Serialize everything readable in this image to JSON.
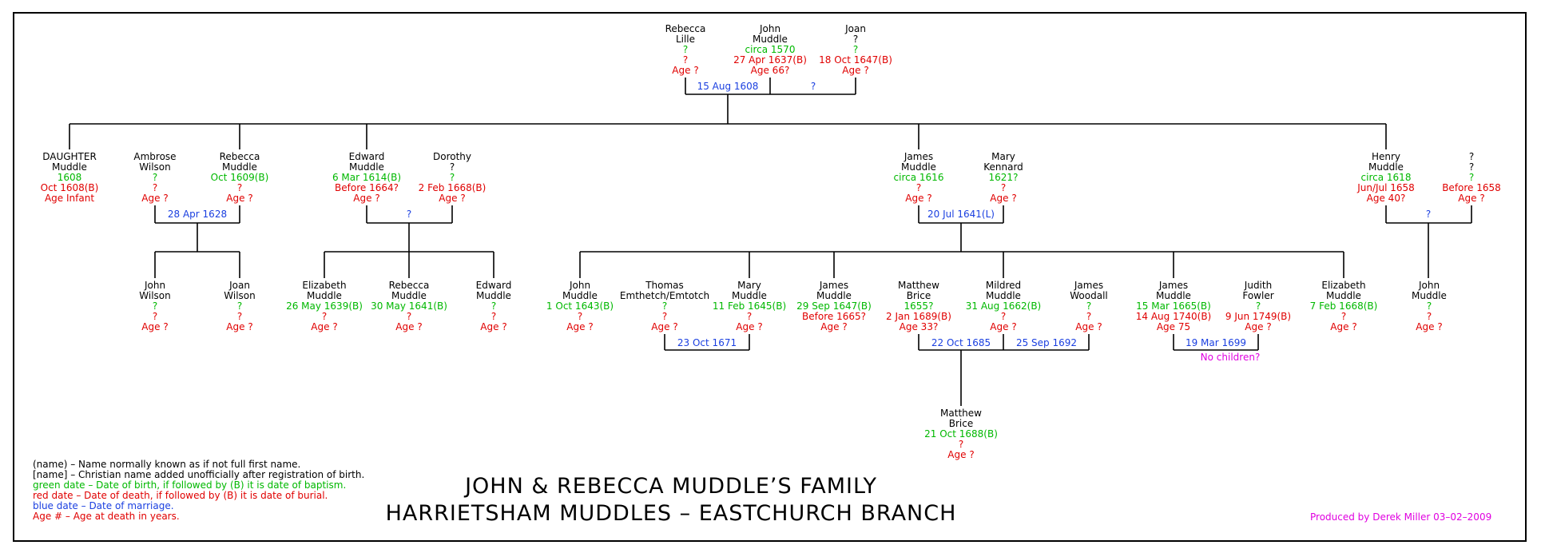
{
  "people": [
    {
      "id": "rebecca-lille",
      "lines": [
        {
          "t": "Rebecca",
          "c": "nm"
        },
        {
          "t": "Lille",
          "c": "nm"
        },
        {
          "t": "?",
          "c": "g"
        },
        {
          "t": "?",
          "c": "r"
        },
        {
          "t": "Age  ?",
          "c": "r"
        }
      ]
    },
    {
      "id": "john-muddle-sr",
      "lines": [
        {
          "t": "John",
          "c": "nm"
        },
        {
          "t": "Muddle",
          "c": "nm"
        },
        {
          "t": "circa  1570",
          "c": "g"
        },
        {
          "t": "27  Apr  1637(B)",
          "c": "r"
        },
        {
          "t": "Age  66?",
          "c": "r"
        }
      ]
    },
    {
      "id": "joan",
      "lines": [
        {
          "t": "Joan",
          "c": "nm"
        },
        {
          "t": "?",
          "c": "nm"
        },
        {
          "t": "?",
          "c": "g"
        },
        {
          "t": "18  Oct  1647(B)",
          "c": "r"
        },
        {
          "t": "Age  ?",
          "c": "r"
        }
      ]
    },
    {
      "id": "daughter-muddle",
      "lines": [
        {
          "t": "DAUGHTER",
          "c": "nm"
        },
        {
          "t": "Muddle",
          "c": "nm"
        },
        {
          "t": "1608",
          "c": "g"
        },
        {
          "t": "Oct  1608(B)",
          "c": "r"
        },
        {
          "t": "Age  Infant",
          "c": "r"
        }
      ]
    },
    {
      "id": "ambrose-wilson",
      "lines": [
        {
          "t": "Ambrose",
          "c": "nm"
        },
        {
          "t": "Wilson",
          "c": "nm"
        },
        {
          "t": "?",
          "c": "g"
        },
        {
          "t": "?",
          "c": "r"
        },
        {
          "t": "Age  ?",
          "c": "r"
        }
      ]
    },
    {
      "id": "rebecca-muddle",
      "lines": [
        {
          "t": "Rebecca",
          "c": "nm"
        },
        {
          "t": "Muddle",
          "c": "nm"
        },
        {
          "t": "Oct  1609(B)",
          "c": "g"
        },
        {
          "t": "?",
          "c": "r"
        },
        {
          "t": "Age  ?",
          "c": "r"
        }
      ]
    },
    {
      "id": "edward-muddle",
      "lines": [
        {
          "t": "Edward",
          "c": "nm"
        },
        {
          "t": "Muddle",
          "c": "nm"
        },
        {
          "t": "6  Mar  1614(B)",
          "c": "g"
        },
        {
          "t": "Before  1664?",
          "c": "r"
        },
        {
          "t": "Age  ?",
          "c": "r"
        }
      ]
    },
    {
      "id": "dorothy",
      "lines": [
        {
          "t": "Dorothy",
          "c": "nm"
        },
        {
          "t": "?",
          "c": "nm"
        },
        {
          "t": "?",
          "c": "g"
        },
        {
          "t": "2  Feb  1668(B)",
          "c": "r"
        },
        {
          "t": "Age  ?",
          "c": "r"
        }
      ]
    },
    {
      "id": "james-muddle",
      "lines": [
        {
          "t": "James",
          "c": "nm"
        },
        {
          "t": "Muddle",
          "c": "nm"
        },
        {
          "t": "circa  1616",
          "c": "g"
        },
        {
          "t": "?",
          "c": "r"
        },
        {
          "t": "Age  ?",
          "c": "r"
        }
      ]
    },
    {
      "id": "mary-kennard",
      "lines": [
        {
          "t": "Mary",
          "c": "nm"
        },
        {
          "t": "Kennard",
          "c": "nm"
        },
        {
          "t": "1621?",
          "c": "g"
        },
        {
          "t": "?",
          "c": "r"
        },
        {
          "t": "Age  ?",
          "c": "r"
        }
      ]
    },
    {
      "id": "henry-muddle",
      "lines": [
        {
          "t": "Henry",
          "c": "nm"
        },
        {
          "t": "Muddle",
          "c": "nm"
        },
        {
          "t": "circa  1618",
          "c": "g"
        },
        {
          "t": "Jun/Jul  1658",
          "c": "r"
        },
        {
          "t": "Age  40?",
          "c": "r"
        }
      ]
    },
    {
      "id": "henry-wife",
      "lines": [
        {
          "t": "?",
          "c": "nm"
        },
        {
          "t": "?",
          "c": "nm"
        },
        {
          "t": "?",
          "c": "g"
        },
        {
          "t": "Before  1658",
          "c": "r"
        },
        {
          "t": "Age  ?",
          "c": "r"
        }
      ]
    },
    {
      "id": "john-wilson",
      "lines": [
        {
          "t": "John",
          "c": "nm"
        },
        {
          "t": "Wilson",
          "c": "nm"
        },
        {
          "t": "?",
          "c": "g"
        },
        {
          "t": "?",
          "c": "r"
        },
        {
          "t": "Age  ?",
          "c": "r"
        }
      ]
    },
    {
      "id": "joan-wilson",
      "lines": [
        {
          "t": "Joan",
          "c": "nm"
        },
        {
          "t": "Wilson",
          "c": "nm"
        },
        {
          "t": "?",
          "c": "g"
        },
        {
          "t": "?",
          "c": "r"
        },
        {
          "t": "Age  ?",
          "c": "r"
        }
      ]
    },
    {
      "id": "elizabeth-muddle-1639",
      "lines": [
        {
          "t": "Elizabeth",
          "c": "nm"
        },
        {
          "t": "Muddle",
          "c": "nm"
        },
        {
          "t": "26  May  1639(B)",
          "c": "g"
        },
        {
          "t": "?",
          "c": "r"
        },
        {
          "t": "Age  ?",
          "c": "r"
        }
      ]
    },
    {
      "id": "rebecca-muddle-1641",
      "lines": [
        {
          "t": "Rebecca",
          "c": "nm"
        },
        {
          "t": "Muddle",
          "c": "nm"
        },
        {
          "t": "30  May  1641(B)",
          "c": "g"
        },
        {
          "t": "?",
          "c": "r"
        },
        {
          "t": "Age  ?",
          "c": "r"
        }
      ]
    },
    {
      "id": "edward-muddle-jr",
      "lines": [
        {
          "t": "Edward",
          "c": "nm"
        },
        {
          "t": "Muddle",
          "c": "nm"
        },
        {
          "t": "?",
          "c": "g"
        },
        {
          "t": "?",
          "c": "r"
        },
        {
          "t": "Age  ?",
          "c": "r"
        }
      ]
    },
    {
      "id": "john-muddle-1643",
      "lines": [
        {
          "t": "John",
          "c": "nm"
        },
        {
          "t": "Muddle",
          "c": "nm"
        },
        {
          "t": "1  Oct  1643(B)",
          "c": "g"
        },
        {
          "t": "?",
          "c": "r"
        },
        {
          "t": "Age  ?",
          "c": "r"
        }
      ]
    },
    {
      "id": "thomas-emthetch",
      "lines": [
        {
          "t": "Thomas",
          "c": "nm"
        },
        {
          "t": "Emthetch/Emtotch",
          "c": "nm"
        },
        {
          "t": "?",
          "c": "g"
        },
        {
          "t": "?",
          "c": "r"
        },
        {
          "t": "Age  ?",
          "c": "r"
        }
      ]
    },
    {
      "id": "mary-muddle",
      "lines": [
        {
          "t": "Mary",
          "c": "nm"
        },
        {
          "t": "Muddle",
          "c": "nm"
        },
        {
          "t": "11  Feb  1645(B)",
          "c": "g"
        },
        {
          "t": "?",
          "c": "r"
        },
        {
          "t": "Age  ?",
          "c": "r"
        }
      ]
    },
    {
      "id": "james-muddle-1647",
      "lines": [
        {
          "t": "James",
          "c": "nm"
        },
        {
          "t": "Muddle",
          "c": "nm"
        },
        {
          "t": "29  Sep  1647(B)",
          "c": "g"
        },
        {
          "t": "Before  1665?",
          "c": "r"
        },
        {
          "t": "Age  ?",
          "c": "r"
        }
      ]
    },
    {
      "id": "matthew-brice-sr",
      "lines": [
        {
          "t": "Matthew",
          "c": "nm"
        },
        {
          "t": "Brice",
          "c": "nm"
        },
        {
          "t": "1655?",
          "c": "g"
        },
        {
          "t": "2  Jan  1689(B)",
          "c": "r"
        },
        {
          "t": "Age  33?",
          "c": "r"
        }
      ]
    },
    {
      "id": "mildred-muddle",
      "lines": [
        {
          "t": "Mildred",
          "c": "nm"
        },
        {
          "t": "Muddle",
          "c": "nm"
        },
        {
          "t": "31  Aug  1662(B)",
          "c": "g"
        },
        {
          "t": "?",
          "c": "r"
        },
        {
          "t": "Age  ?",
          "c": "r"
        }
      ]
    },
    {
      "id": "james-woodall",
      "lines": [
        {
          "t": "James",
          "c": "nm"
        },
        {
          "t": "Woodall",
          "c": "nm"
        },
        {
          "t": "?",
          "c": "g"
        },
        {
          "t": "?",
          "c": "r"
        },
        {
          "t": "Age  ?",
          "c": "r"
        }
      ]
    },
    {
      "id": "james-muddle-1665",
      "lines": [
        {
          "t": "James",
          "c": "nm"
        },
        {
          "t": "Muddle",
          "c": "nm"
        },
        {
          "t": "15  Mar  1665(B)",
          "c": "g"
        },
        {
          "t": "14  Aug  1740(B)",
          "c": "r"
        },
        {
          "t": "Age  75",
          "c": "r"
        }
      ]
    },
    {
      "id": "judith-fowler",
      "lines": [
        {
          "t": "Judith",
          "c": "nm"
        },
        {
          "t": "Fowler",
          "c": "nm"
        },
        {
          "t": "?",
          "c": "g"
        },
        {
          "t": "9  Jun  1749(B)",
          "c": "r"
        },
        {
          "t": "Age  ?",
          "c": "r"
        }
      ]
    },
    {
      "id": "elizabeth-muddle-1668",
      "lines": [
        {
          "t": "Elizabeth",
          "c": "nm"
        },
        {
          "t": "Muddle",
          "c": "nm"
        },
        {
          "t": "7  Feb  1668(B)",
          "c": "g"
        },
        {
          "t": "?",
          "c": "r"
        },
        {
          "t": "Age  ?",
          "c": "r"
        }
      ]
    },
    {
      "id": "john-muddle-henry",
      "lines": [
        {
          "t": "John",
          "c": "nm"
        },
        {
          "t": "Muddle",
          "c": "nm"
        },
        {
          "t": "?",
          "c": "g"
        },
        {
          "t": "?",
          "c": "r"
        },
        {
          "t": "Age  ?",
          "c": "r"
        }
      ]
    },
    {
      "id": "matthew-brice-jr",
      "lines": [
        {
          "t": "Matthew",
          "c": "nm"
        },
        {
          "t": "Brice",
          "c": "nm"
        },
        {
          "t": "21  Oct  1688(B)",
          "c": "g"
        },
        {
          "t": "?",
          "c": "r"
        },
        {
          "t": "Age  ?",
          "c": "r"
        }
      ]
    }
  ],
  "marriages": [
    {
      "id": "rebecca-john",
      "text": "15  Aug  1608"
    },
    {
      "id": "john-joan",
      "text": "?"
    },
    {
      "id": "ambrose-rebecca",
      "text": "28  Apr  1628"
    },
    {
      "id": "edward-dorothy",
      "text": "?"
    },
    {
      "id": "james-mary",
      "text": "20  Jul  1641(L)"
    },
    {
      "id": "henry-wife",
      "text": "?"
    },
    {
      "id": "thomas-mary",
      "text": "23  Oct  1671"
    },
    {
      "id": "matthew-mildred",
      "text": "22  Oct  1685"
    },
    {
      "id": "mildred-woodall",
      "text": "25  Sep  1692"
    },
    {
      "id": "james-judith",
      "text": "19  Mar  1699"
    }
  ],
  "notes": {
    "no_children": "No  children?"
  },
  "legend": [
    {
      "t": "(name)  –  Name normally known as if not full first name.",
      "c": "nm"
    },
    {
      "t": "[name]  –  Christian name added unofficially after registration of birth.",
      "c": "nm"
    },
    {
      "t": "green date  –  Date of birth, if followed by (B) it is date of baptism.",
      "c": "g"
    },
    {
      "t": "red date  –  Date of death, if followed by (B) it is date of burial.",
      "c": "r"
    },
    {
      "t": "blue date  –  Date of marriage.",
      "c": "b"
    },
    {
      "t": "Age #  –  Age at death in years.",
      "c": "r"
    }
  ],
  "title": {
    "line1": "JOHN  &  REBECCA  MUDDLE’S  FAMILY",
    "line2": "HARRIETSHAM  MUDDLES  –  EASTCHURCH  BRANCH"
  },
  "credit": "Produced  by  Derek  Miller  03–02–2009",
  "colors": {
    "name": "#000000",
    "birth": "#00b800",
    "death": "#e00000",
    "marriage": "#1a3fe0",
    "note": "#e000e0"
  }
}
